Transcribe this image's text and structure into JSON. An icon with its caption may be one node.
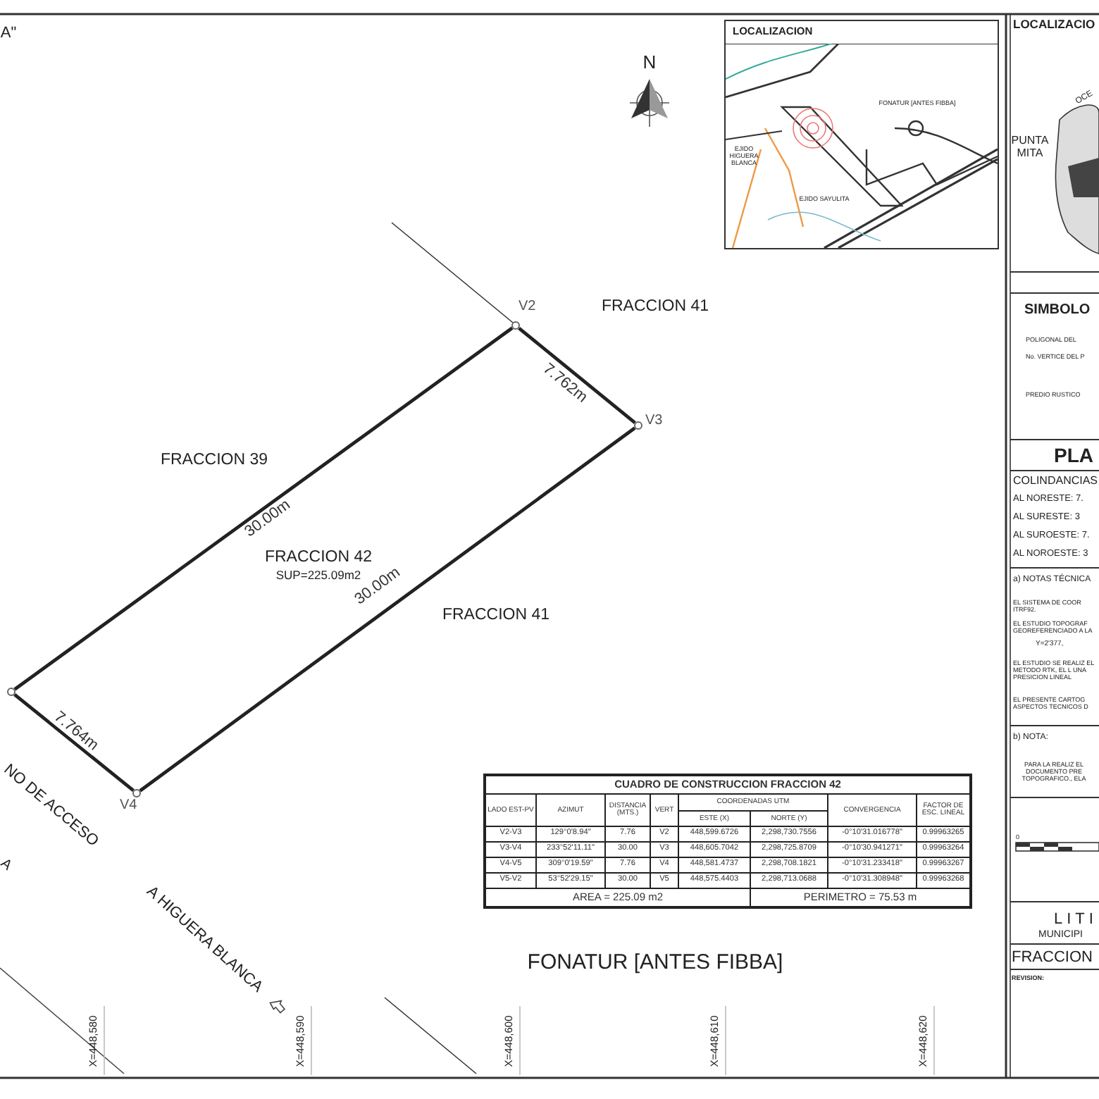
{
  "diagram": {
    "nodes": [
      {
        "text": [
          "V2"
        ]
      },
      {
        "text": [
          "V3"
        ]
      },
      {
        "text": [
          "V4"
        ]
      },
      {
        "text": [],
        "shape": "circle"
      }
    ],
    "edges": [
      {
        "from": 0,
        "to": 1,
        "arrow": "none",
        "label": "7.762m"
      },
      {
        "from": 1,
        "to": 2,
        "arrow": "none",
        "label": "30.00m"
      },
      {
        "from": 2,
        "to": 3,
        "arrow": "none",
        "label": "7.764m"
      },
      {
        "from": 3,
        "to": 0,
        "arrow": "none",
        "label": "30.00m"
      }
    ],
    "labels": [
      "A\"",
      "N",
      "FRACCION 41",
      "FRACCION 39",
      "FRACCION 41",
      "FRACCION 42",
      "SUP=225.09m2",
      "NO DE ACCESO",
      "A",
      "A HIGUERA BLANCA",
      "FONATUR [ANTES FIBBA]",
      "X=448,580",
      "X=448,590",
      "X=448,600",
      "X=448,610",
      "X=448,620",
      "LOCALIZACION",
      "FONATUR [ANTES FIBBA]",
      "EJIDO HIGUERA BLANCA",
      "EJIDO SAYULITA",
      "CUADRO DE CONSTRUCCION FRACCION 42",
      "LADO EST-PV",
      "AZIMUT",
      "DISTANCIA (MTS.)",
      "VERT",
      "COORDENADAS UTM",
      "CONVERGENCIA",
      "FACTOR DE ESC. LINEAL",
      "ESTE (X)",
      "NORTE (Y)",
      "V2-V3",
      "129°0'8.94\"",
      "7.76",
      "V2",
      "448,599.6726",
      "2,298,730.7556",
      "-0°10'31.016778\"",
      "0.99963265",
      "V3-V4",
      "233°52'11.11\"",
      "30.00",
      "V3",
      "448,605.7042",
      "2,298,725.8709",
      "-0°10'30.941271\"",
      "0.99963264",
      "V4-V5",
      "309°0'19.59\"",
      "7.76",
      "V4",
      "448,581.4737",
      "2,298,708.1821",
      "-0°10'31.233418\"",
      "0.99963267",
      "V5-V2",
      "53°52'29.15\"",
      "30.00",
      "V5",
      "448,575.4403",
      "2,298,713.0688",
      "-0°10'31.308948\"",
      "0.99963268",
      "AREA = 225.09 m2",
      "PERIMETRO = 75.53 m",
      "LOCALIZACIO",
      "OCE",
      "PUNTA MITA",
      "SIMBOLO",
      "POLIGONAL DEL",
      "No. VERTICE DEL P",
      "PREDIO RUSTICO",
      "PLA",
      "COLINDANCIAS",
      "AL NORESTE: 7.",
      "AL SURESTE: 3",
      "AL SUROESTE: 7.",
      "AL NOROESTE: 3",
      "a) NOTAS TÉCNICA",
      "EL SISTEMA DE COOR ITRF92.",
      "EL ESTUDIO TOPOGRAF GEOREFERENCIADO A LA",
      "Y=2'377,",
      "EL ESTUDIO SE REALIZ EL METODO RTK, EL L UNA PRESICION LINEAL",
      "EL PRESENTE CARTOG ASPECTOS TECNICOS D",
      "b) NOTA:",
      "PARA LA REALIZ EL DOCUMENTO PRE TOPOGRAFICO., ELA",
      "0",
      "LITI",
      "MUNICIPI",
      "FRACCION",
      "REVISION:"
    ]
  }
}
